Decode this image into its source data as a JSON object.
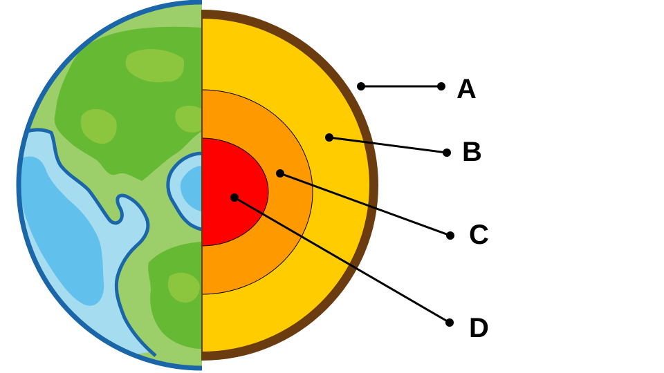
{
  "diagram": {
    "labels": [
      {
        "id": "a",
        "text": "A",
        "layer": "crust"
      },
      {
        "id": "b",
        "text": "B",
        "layer": "mantle"
      },
      {
        "id": "c",
        "text": "C",
        "layer": "outer-core"
      },
      {
        "id": "d",
        "text": "D",
        "layer": "inner-core"
      }
    ],
    "colors": {
      "crust": "#6b3c10",
      "mantle": "#ffcc00",
      "outer_core": "#ff9900",
      "inner_core": "#ff0000",
      "land_dark": "#66b932",
      "land_light": "#9ccf6a",
      "ocean_light": "#a6dcf0",
      "ocean_mid": "#62c1ec",
      "outline": "#1a66a8",
      "leader_line": "#000000"
    }
  }
}
